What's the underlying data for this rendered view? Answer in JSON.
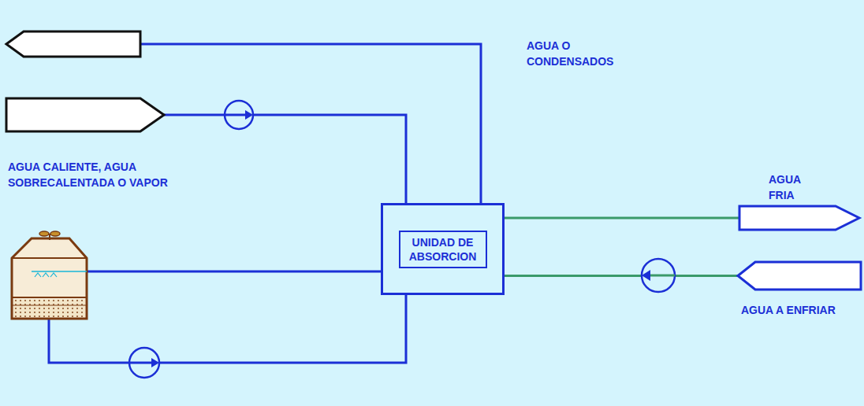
{
  "diagram": {
    "nodes": [
      {
        "text": [
          "AGUA O CONDENSADOS"
        ]
      },
      {
        "text": [
          "AGUA CALIENTE, AGUA SOBRECALENTADA O VAPOR"
        ]
      },
      {
        "text": [
          "UNIDAD DE ABSORCION"
        ]
      },
      {
        "text": [
          "AGUA FRIA"
        ]
      },
      {
        "text": [
          "AGUA A ENFRIAR"
        ]
      }
    ],
    "edges": [
      {
        "from": 2,
        "to": 0,
        "arrow": "none"
      },
      {
        "from": 1,
        "to": 2,
        "arrow": "none"
      },
      {
        "from": 2,
        "to": 3,
        "arrow": "none"
      },
      {
        "from": 4,
        "to": 2,
        "arrow": "none"
      }
    ]
  }
}
